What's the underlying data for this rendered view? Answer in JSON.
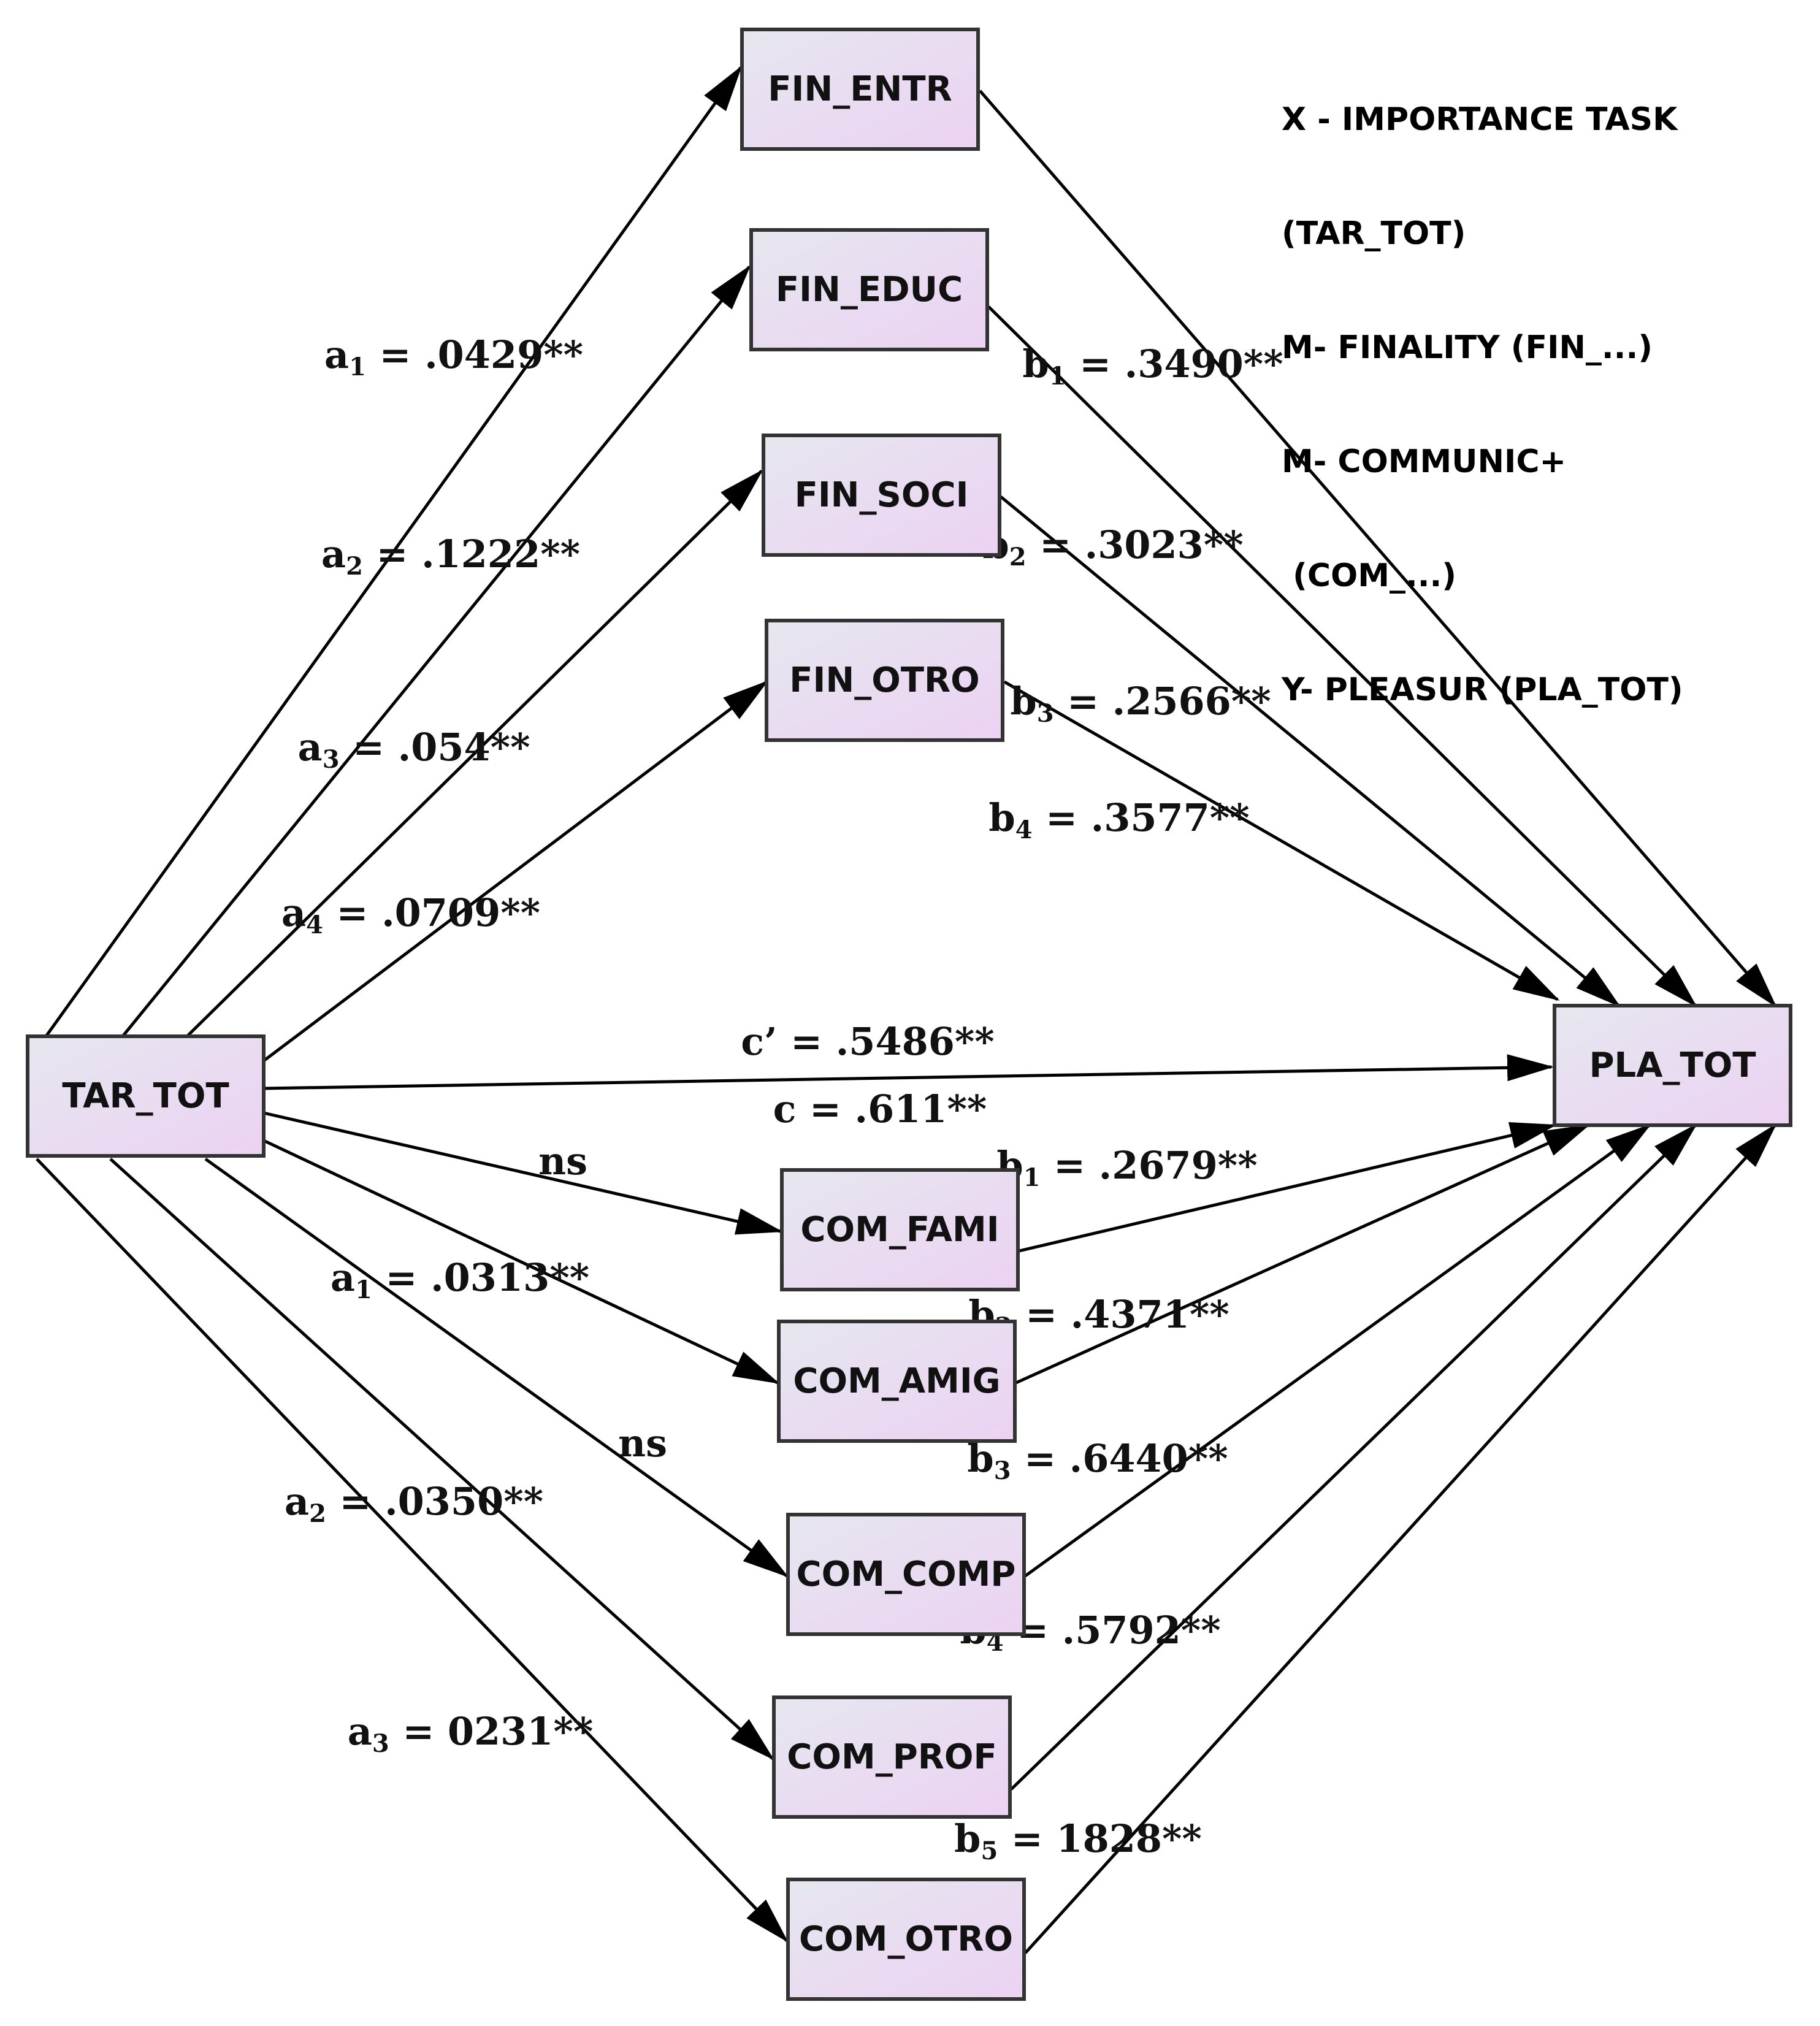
{
  "legend": {
    "lines": [
      "X - IMPORTANCE TASK",
      "(TAR_TOT)",
      "M- FINALITY (FIN_...)",
      "M- COMMUNIC+",
      " (COM_...)",
      "Y- PLEASUR (PLA_TOT)"
    ]
  },
  "colors": {
    "node_fill_start": "#e6e7ef",
    "node_fill_end": "#ecd2f3",
    "edge": "#000000",
    "text": "#111111"
  },
  "nodes": [
    {
      "id": "TAR_TOT",
      "label": "TAR_TOT",
      "role": "X"
    },
    {
      "id": "PLA_TOT",
      "label": "PLA_TOT",
      "role": "Y"
    },
    {
      "id": "FIN_ENTR",
      "label": "FIN_ENTR",
      "role": "M"
    },
    {
      "id": "FIN_EDUC",
      "label": "FIN_EDUC",
      "role": "M"
    },
    {
      "id": "FIN_SOCI",
      "label": "FIN_SOCI",
      "role": "M"
    },
    {
      "id": "FIN_OTRO",
      "label": "FIN_OTRO",
      "role": "M"
    },
    {
      "id": "COM_FAMI",
      "label": "COM_FAMI",
      "role": "M"
    },
    {
      "id": "COM_AMIG",
      "label": "COM_AMIG",
      "role": "M"
    },
    {
      "id": "COM_COMP",
      "label": "COM_COMP",
      "role": "M"
    },
    {
      "id": "COM_PROF",
      "label": "COM_PROF",
      "role": "M"
    },
    {
      "id": "COM_OTRO",
      "label": "COM_OTRO",
      "role": "M"
    }
  ],
  "edges": [
    {
      "id": "a1-fin",
      "from": "TAR_TOT",
      "to": "FIN_ENTR",
      "sym": "a",
      "sub": "1",
      "value": " = .0429**"
    },
    {
      "id": "a2-fin",
      "from": "TAR_TOT",
      "to": "FIN_EDUC",
      "sym": "a",
      "sub": "2",
      "value": " = .1222**"
    },
    {
      "id": "a3-fin",
      "from": "TAR_TOT",
      "to": "FIN_SOCI",
      "sym": "a",
      "sub": "3",
      "value": " = .054**"
    },
    {
      "id": "a4-fin",
      "from": "TAR_TOT",
      "to": "FIN_OTRO",
      "sym": "a",
      "sub": "4",
      "value": " = .0709**"
    },
    {
      "id": "b1-fin",
      "from": "FIN_ENTR",
      "to": "PLA_TOT",
      "sym": "b",
      "sub": "1",
      "value": " = .3490**"
    },
    {
      "id": "b2-fin",
      "from": "FIN_EDUC",
      "to": "PLA_TOT",
      "sym": "b",
      "sub": "2",
      "value": " = .3023**"
    },
    {
      "id": "b3-fin",
      "from": "FIN_SOCI",
      "to": "PLA_TOT",
      "sym": "b",
      "sub": "3",
      "value": " = .2566**"
    },
    {
      "id": "b4-fin",
      "from": "FIN_OTRO",
      "to": "PLA_TOT",
      "sym": "b",
      "sub": "4",
      "value": " = .3577**"
    },
    {
      "id": "c-prime",
      "from": "TAR_TOT",
      "to": "PLA_TOT",
      "sym": "c’ = .5486**",
      "sub": "",
      "value": ""
    },
    {
      "id": "c-total",
      "from": "",
      "to": "",
      "sym": "c = .611**",
      "sub": "",
      "value": ""
    },
    {
      "id": "a-fami",
      "from": "TAR_TOT",
      "to": "COM_FAMI",
      "sym": "ns",
      "sub": "",
      "value": ""
    },
    {
      "id": "a1-com",
      "from": "TAR_TOT",
      "to": "COM_AMIG",
      "sym": "a",
      "sub": "1",
      "value": " = .0313**"
    },
    {
      "id": "a-comp",
      "from": "TAR_TOT",
      "to": "COM_COMP",
      "sym": "ns",
      "sub": "",
      "value": ""
    },
    {
      "id": "a2-com",
      "from": "TAR_TOT",
      "to": "COM_PROF",
      "sym": "a",
      "sub": "2",
      "value": " = .0350**"
    },
    {
      "id": "a3-com",
      "from": "TAR_TOT",
      "to": "COM_OTRO",
      "sym": "a",
      "sub": "3",
      "value": " = 0231**"
    },
    {
      "id": "b1-com",
      "from": "COM_FAMI",
      "to": "PLA_TOT",
      "sym": "b",
      "sub": "1",
      "value": " = .2679**"
    },
    {
      "id": "b2-com",
      "from": "COM_AMIG",
      "to": "PLA_TOT",
      "sym": "b",
      "sub": "2",
      "value": " = .4371**"
    },
    {
      "id": "b3-com",
      "from": "COM_COMP",
      "to": "PLA_TOT",
      "sym": "b",
      "sub": "3",
      "value": " = .6440**"
    },
    {
      "id": "b4-com",
      "from": "COM_PROF",
      "to": "PLA_TOT",
      "sym": "b",
      "sub": "4",
      "value": " = .5792**"
    },
    {
      "id": "b5-com",
      "from": "COM_OTRO",
      "to": "PLA_TOT",
      "sym": "b",
      "sub": "5",
      "value": " = 1828**"
    }
  ]
}
